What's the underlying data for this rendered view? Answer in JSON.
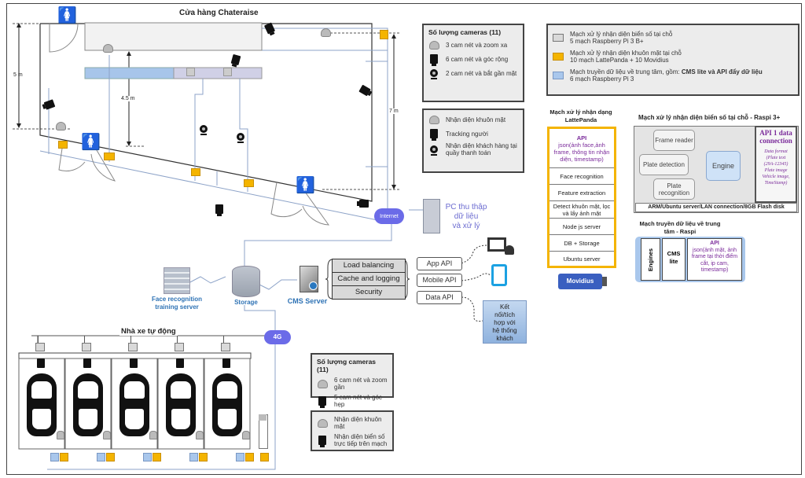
{
  "store": {
    "title": "Cửa hàng Chateraise",
    "dim_left": "5 m",
    "dim_center": "4.5 m",
    "dim_right": "7 m"
  },
  "network": {
    "internet": "Internet",
    "four_g": "4G",
    "pc_collect": [
      "PC thu thập",
      "dữ liệu",
      "và xử lý"
    ]
  },
  "servers": {
    "face_training": [
      "Face recognition",
      "training server"
    ],
    "storage": "Storage",
    "cms": "CMS Server",
    "cms_modules": [
      "Load balancing",
      "Cache and logging",
      "Security"
    ],
    "apis": [
      "App API",
      "Mobile API",
      "Data API"
    ],
    "client_integration": [
      "Kết",
      "nối/tích",
      "hợp với",
      "hệ thống",
      "khách"
    ]
  },
  "store_legend_count": {
    "title": "Số lượng cameras (11)",
    "items": [
      {
        "icon": "dome-camera-icon",
        "label": "3 cam nét và zoom xa"
      },
      {
        "icon": "box-camera-icon",
        "label": "6 cam nét và góc rộng"
      },
      {
        "icon": "webcam-icon",
        "label": "2 cam nét và bắt gần mặt"
      }
    ]
  },
  "store_legend_function": {
    "items": [
      {
        "icon": "dome-camera-icon",
        "label": "Nhận diện khuôn mặt"
      },
      {
        "icon": "box-camera-icon",
        "label": "Tracking người"
      },
      {
        "icon": "webcam-icon",
        "label": "Nhận diện khách hàng tại quầy thanh toán"
      }
    ]
  },
  "board_legend": {
    "items": [
      {
        "color": "#d9d9d9",
        "line1": "Mạch xử lý nhận diện biển số tại chỗ",
        "line2": "5 mạch Raspberry Pi 3 B+"
      },
      {
        "color": "#f4b400",
        "line1": "Mạch xử lý nhận diện khuôn mặt tại chỗ",
        "line2": "10 mạch LattePanda + 10 Movidius"
      },
      {
        "color": "#a9c7ec",
        "line1_pre": "Mạch truyền dữ liệu về trung tâm, gồm: ",
        "line1_bold": "CMS lite và API đẩy dữ liệu",
        "line2": "6 mạch Raspberry Pi 3"
      }
    ]
  },
  "lattepanda": {
    "title": [
      "Mạch xử lý nhận dạng",
      "LattePanda"
    ],
    "api_title": "API",
    "api_desc": "json(ảnh face,ảnh frame, thông tin nhận diện, timestamp)",
    "layers": [
      "Face recognition",
      "Feature extraction",
      "Detect khuôn mặt, lọc và lấy ảnh mặt",
      "Node js server",
      "DB + Storage",
      "Ubuntu server"
    ],
    "movidius": "Movidius"
  },
  "raspi_plate": {
    "title": "Mạch xử lý nhận diện biển số tại chỗ - Raspi 3+",
    "modules": [
      "Frame reader",
      "Plate detection",
      "Plate recognition"
    ],
    "engine": "Engine",
    "api_title": "API 1 data connection",
    "api_desc": [
      "Data format",
      "(Plate text",
      "(29A-12345)",
      "Plate image",
      "Vehicle image,",
      "TimeStamp)"
    ],
    "footer": "ARM/Ubuntu server/LAN connection/8GB Flash disk"
  },
  "raspi_transfer": {
    "title": [
      "Mạch truyền dữ liệu về trung",
      "tâm - Raspi"
    ],
    "engines": "Engines",
    "cms_lite": [
      "CMS",
      "lite"
    ],
    "api_title": "API",
    "api_desc": "json(ảnh mặt, ảnh frame tại thời điểm cắt, ip cam, timestamp)"
  },
  "garage": {
    "title": "Nhà xe tự động",
    "bays": 5
  },
  "garage_legend_count": {
    "title": "Số lượng cameras (11)",
    "items": [
      {
        "icon": "dome-camera-icon",
        "label": "6 cam nét và zoom gần"
      },
      {
        "icon": "box-camera-icon",
        "label": "5 cam nét và góc hẹp"
      }
    ]
  },
  "garage_legend_function": {
    "items": [
      {
        "icon": "dome-camera-icon",
        "label": "Nhận diện khuôn mặt"
      },
      {
        "icon": "box-camera-icon",
        "label": "Nhận diện biển số trực tiếp trên mạch"
      }
    ]
  },
  "colors": {
    "latte_orange": "#f4b400",
    "raspi_blue": "#a9c7ec",
    "plate_grey": "#d9d9d9",
    "cloud": "#6b6be8",
    "api_purple": "#7a2a9a",
    "label_blue": "#2f73b5"
  }
}
